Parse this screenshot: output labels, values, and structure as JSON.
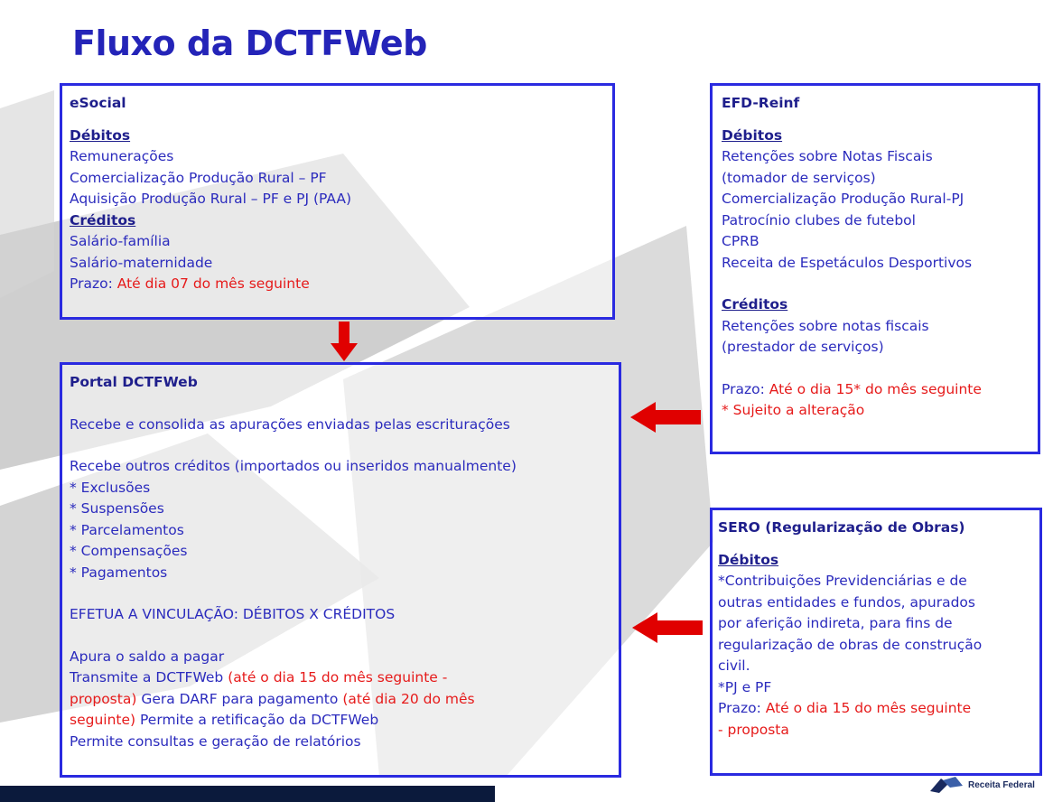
{
  "title": "Fluxo da DCTFWeb",
  "colors": {
    "heading": "#2424b8",
    "border": "#2a2ae0",
    "text": "#2b2bbd",
    "highlight": "#e61a1a",
    "arrow": "#e00000"
  },
  "esocial": {
    "title": "eSocial",
    "debitos_heading": "Débitos",
    "debitos": [
      "Remunerações",
      "Comercialização Produção Rural – PF",
      "Aquisição Produção Rural – PF e PJ (PAA)"
    ],
    "creditos_heading": "Créditos",
    "creditos": [
      "Salário-família",
      "Salário-maternidade"
    ],
    "prazo_label": "Prazo:",
    "prazo_value": "Até dia 07 do mês seguinte"
  },
  "portal": {
    "title": "Portal DCTFWeb",
    "line1": "Recebe e consolida as apurações enviadas pelas escriturações",
    "line2": "Recebe outros créditos (importados ou inseridos manualmente)",
    "items": [
      "* Exclusões",
      "* Suspensões",
      "* Parcelamentos",
      "* Compensações",
      "* Pagamentos"
    ],
    "vinculacao": "EFETUA A VINCULAÇÃO: DÉBITOS X CRÉDITOS",
    "apura": "Apura o saldo a pagar",
    "transmite": "Transmite a DCTFWeb",
    "transmite_note_a": "(até o dia 15 do mês seguinte -",
    "transmite_note_b": "proposta)",
    "gera": "Gera DARF para pagamento",
    "gera_note_a": "(até dia 20 do mês",
    "gera_note_b": "seguinte)",
    "retificacao": "Permite a retificação da DCTFWeb",
    "consultas": "Permite consultas e geração de relatórios"
  },
  "reinf": {
    "title": "EFD-Reinf",
    "debitos_heading": "Débitos",
    "debitos": [
      "Retenções sobre Notas Fiscais",
      "(tomador de serviços)",
      "Comercialização Produção Rural-PJ",
      "Patrocínio clubes de futebol",
      "CPRB",
      "Receita de Espetáculos Desportivos"
    ],
    "creditos_heading": "Créditos",
    "creditos": [
      "Retenções sobre notas fiscais",
      "(prestador de serviços)"
    ],
    "prazo_label": "Prazo:",
    "prazo_value": "Até o dia 15* do mês seguinte",
    "sujeito": "* Sujeito a alteração"
  },
  "sero": {
    "title": "SERO (Regularização de Obras)",
    "debitos_heading": "Débitos",
    "lines": [
      " *Contribuições Previdenciárias e de",
      "outras entidades e fundos, apurados",
      "por aferição indireta, para fins de",
      "regularização de obras de construção",
      "civil."
    ],
    "pj_pf": " *PJ e PF",
    "prazo_label": " Prazo:",
    "prazo_value": "Até o dia 15 do mês seguinte",
    "proposta": "- proposta"
  },
  "logo_text": "Receita Federal"
}
